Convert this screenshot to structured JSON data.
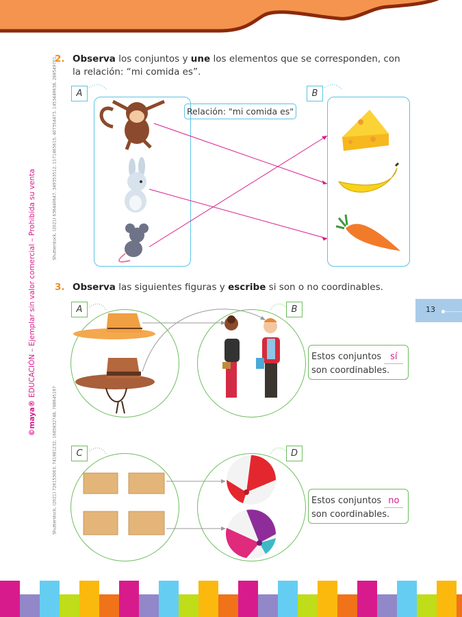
{
  "page_number": "13",
  "side_credits": {
    "brand": "©maya®",
    "notice": " EDUCACIÓN – Ejemplar sin valor comercial – Prohibida su venta",
    "credit_top": "Shutterstock, (2021) 636440647, 349353512, 1171465615, 407354473, 1453449638, 288549701",
    "credit_bottom": "Shutterstock, (2021) 726153063, 741981232, 1685832748, 788645197"
  },
  "exercise2": {
    "number": "2.",
    "verb1": "Observa",
    "text1": " los conjuntos y ",
    "verb2": "une",
    "text2": " los elementos que se corresponden, con la relación: “mi comida es”.",
    "set_a_label": "A",
    "set_b_label": "B",
    "relation": "Relación: \"mi comida es\"",
    "set_a_items": [
      "monkey",
      "rabbit",
      "mouse"
    ],
    "set_b_items": [
      "cheese",
      "banana",
      "carrot"
    ]
  },
  "exercise3": {
    "number": "3.",
    "verb1": "Observa",
    "text1": " las siguientes figuras y ",
    "verb2": "escribe",
    "text2": " si son o no coordinables.",
    "labels": [
      "A",
      "B",
      "C",
      "D"
    ],
    "answer1": {
      "prefix": "Estos conjuntos ",
      "value": "sí",
      "suffix": "son coordinables."
    },
    "answer2": {
      "prefix": "Estos conjuntos ",
      "value": "no",
      "suffix": "son coordinables."
    }
  },
  "colors": {
    "accent": "#F08A24",
    "magenta": "#D81B8C",
    "cyan": "#5CC3E3",
    "green": "#6DBE5C",
    "tab": "#A9CBEA"
  }
}
